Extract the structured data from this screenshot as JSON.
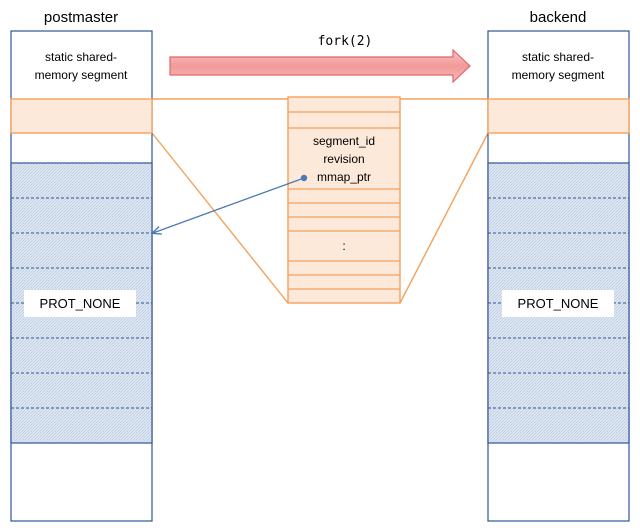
{
  "left_process": {
    "title": "postmaster",
    "segment_label_line1": "static shared-",
    "segment_label_line2": "memory segment",
    "region_label": "PROT_NONE"
  },
  "right_process": {
    "title": "backend",
    "segment_label_line1": "static shared-",
    "segment_label_line2": "memory segment",
    "region_label": "PROT_NONE"
  },
  "fork_arrow": {
    "label": "fork(2)"
  },
  "detail_table": {
    "line1": "segment_id",
    "line2": "revision",
    "line3": "mmap_ptr",
    "ellipsis": ":"
  },
  "colors": {
    "box_border": "#2f5597",
    "orange": "#f4a15d",
    "orange_fill": "#fde9d9",
    "hatch_fill": "#dbe5f1",
    "arrow_fill": "#f4a4a4",
    "arrow_stroke": "#e06666",
    "pointer": "#4a7ab5"
  }
}
